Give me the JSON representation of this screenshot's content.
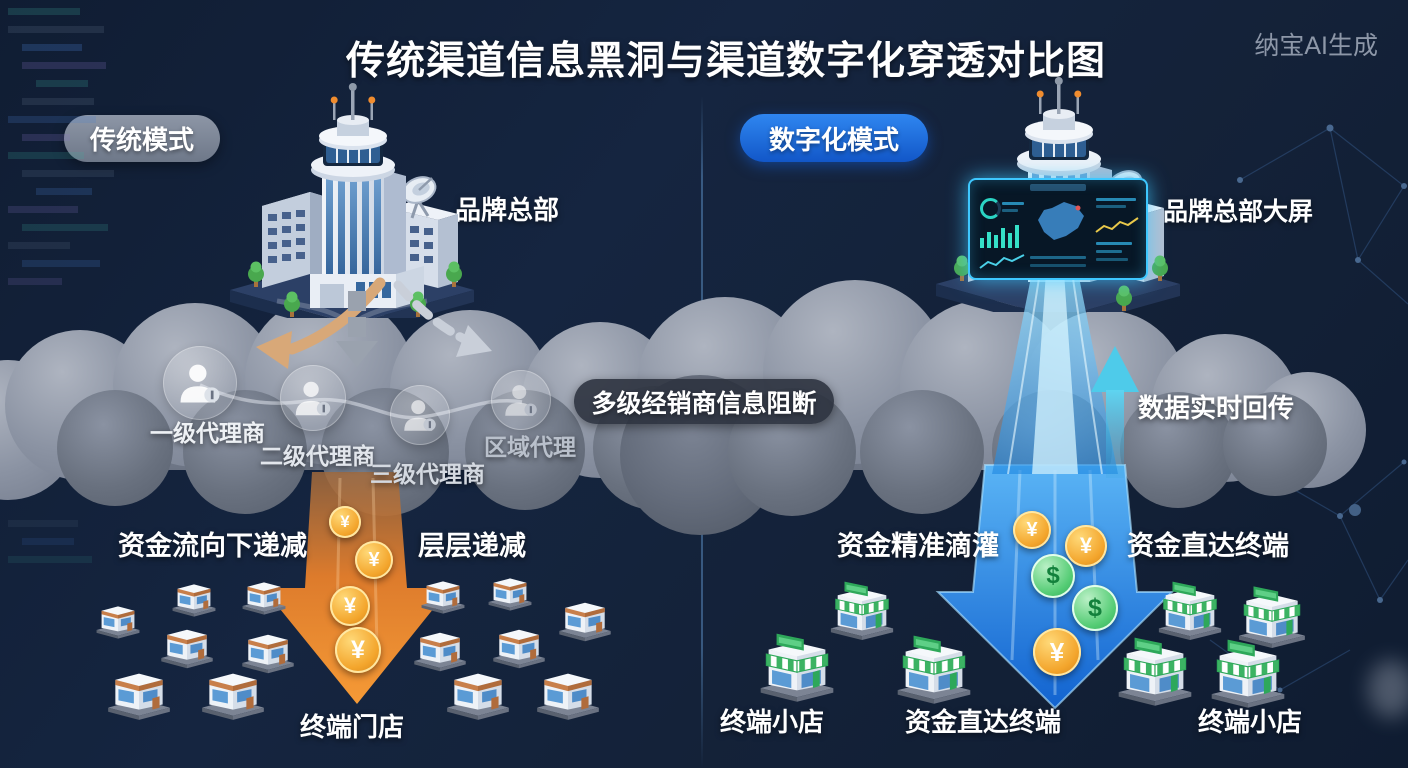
{
  "title": "传统渠道信息黑洞与渠道数字化穿透对比图",
  "watermark": "纳宝AI生成",
  "left": {
    "mode_badge": "传统模式",
    "hq_label": "品牌总部",
    "agents": [
      "一级代理商",
      "二级代理商",
      "三级代理商",
      "区域代理"
    ],
    "blockage_badge": "多级经销商信息阻断",
    "funds_flow_label": "资金流向下递减",
    "tier_decrease_label": "层层递减",
    "stores_label": "终端门店",
    "coin_symbol": "¥"
  },
  "right": {
    "mode_badge": "数字化模式",
    "hq_label": "品牌总部大屏",
    "data_return_label": "数据实时回传",
    "funds_label": "资金精准滴灌",
    "direct_funds_label": "资金直达终端",
    "stores_left_label": "终端小店",
    "stores_center_label": "资金直达终端",
    "stores_right_label": "终端小店",
    "coin_yuan": "¥",
    "coin_dollar": "$"
  },
  "colors": {
    "background": "#152540",
    "accent_blue": "#1f6fe8",
    "beam_cyan": "#55c8ff",
    "arrow_orange": "#e8832e",
    "coin_gold": "#f3a52c",
    "coin_green": "#54cc74",
    "cloud_gray": "#8b93a3",
    "badge_gray": "#7a8494",
    "badge_dark": "#2a303c"
  }
}
